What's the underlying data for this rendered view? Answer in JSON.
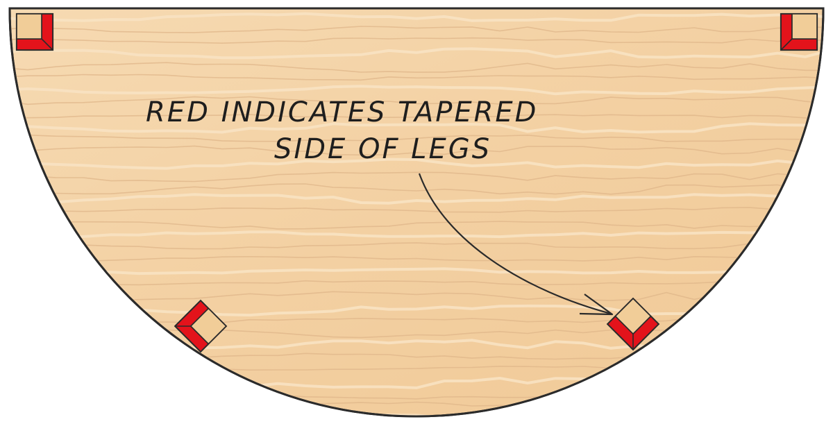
{
  "annotation": {
    "line1": "RED INDICATES TAPERED",
    "line2": "SIDE OF LEGS"
  },
  "colors": {
    "wood": "#f3d2a6",
    "wood_light": "#f8e2c2",
    "grain": "#dfb68a",
    "outline": "#2b2b2b",
    "taper_red": "#e3131b",
    "leg_face": "#f1cd98",
    "ink": "#1e1e1e"
  },
  "legs": [
    {
      "label": "top-left leg",
      "tapered_faces": 2
    },
    {
      "label": "top-right leg",
      "tapered_faces": 2
    },
    {
      "label": "bottom-left leg",
      "tapered_faces": 2
    },
    {
      "label": "bottom-right leg",
      "tapered_faces": 2
    }
  ]
}
